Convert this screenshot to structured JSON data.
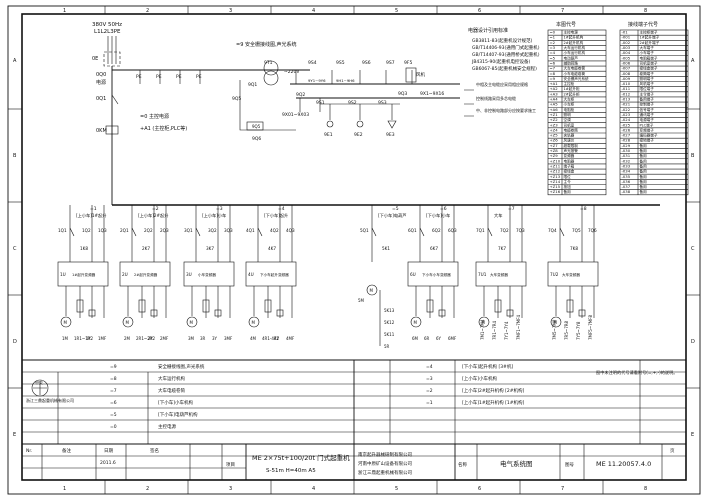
{
  "border": {
    "columns": [
      "1",
      "2",
      "3",
      "4",
      "5",
      "6",
      "7",
      "8"
    ],
    "rows": [
      "A",
      "B",
      "C",
      "D",
      "E"
    ]
  },
  "supply": {
    "spec": "380V 50Hz",
    "lines": "L1L2L3PE",
    "main_switch": "0E",
    "qs_label": "0Q0",
    "qs_text": "电源",
    "pe": "PE",
    "qf1": "0Q1",
    "k0": "0KM",
    "ctrl_note": "=0 主控电源",
    "ctrl_note2": "+A1 (主控柜,PLC等)"
  },
  "safety": {
    "title": "=9 安全栅接线图,声光系统",
    "trafo": "9T1",
    "trafo_v": "~220V",
    "q1": "9Q1",
    "q2": "9Q2",
    "q5": "9Q5",
    "q6": "9Q6",
    "q3": "9Q3",
    "s_labels": [
      "9S4",
      "9S5",
      "9S6",
      "9S7",
      "9F5"
    ],
    "s_sub": [
      "9Y1~9Y6",
      "9H1~9H6"
    ],
    "bus_label": "9X1~9X16",
    "bus_label2": "9X01~9X03",
    "e_labels": [
      "9S1",
      "9S2",
      "9S3"
    ],
    "e_bottom": [
      "9E1",
      "9E2",
      "9E3"
    ],
    "fan_label": "风机"
  },
  "standards": {
    "title": "电器设计引用标准",
    "items": [
      "GB3811-83(起重机设计规范)",
      "GB/T14406-93(通用门式起重机)",
      "GB/T14407-93(通用桥式起重机)",
      "JB4315-90(起重机电控设备)",
      "GB6067-85(起重机械安全规程)"
    ],
    "notes": [
      "中相及主电缆应采用相应规格",
      "控制线路采用多芯电缆",
      "中、非控制电路部分应按要求施工"
    ]
  },
  "symbols_table": {
    "title": "本图代号",
    "rows": [
      [
        "=0",
        "主控电源"
      ],
      [
        "=1",
        "1#起升机构"
      ],
      [
        "=2",
        "2#起升机构"
      ],
      [
        "=3",
        "大车运行机构"
      ],
      [
        "=4",
        "小车运行机构"
      ],
      [
        "=5",
        "电动葫芦"
      ],
      [
        "=6",
        "辅助回路"
      ],
      [
        "=7",
        "大车电缆卷筒"
      ],
      [
        "=8",
        "小车电缆卷筒"
      ],
      [
        "=9",
        "安全栅声光系统"
      ],
      [
        "+A1",
        "主控柜"
      ],
      [
        "+A2",
        "1#起升柜"
      ],
      [
        "+A3",
        "2#起升柜"
      ],
      [
        "+A4",
        "大车柜"
      ],
      [
        "+A5",
        "小车柜"
      ],
      [
        "+A6",
        "电阻柜"
      ],
      [
        "+Z1",
        "照明"
      ],
      [
        "+Z2",
        "空调"
      ],
      [
        "+Z3",
        "司机室"
      ],
      [
        "+Z4",
        "电缆卷筒"
      ],
      [
        "+Z5",
        "夹轨器"
      ],
      [
        "+Z6",
        "风速仪"
      ],
      [
        "+Z7",
        "超载限制"
      ],
      [
        "+Z8",
        "声光报警"
      ],
      [
        "+Z9",
        "变频器"
      ],
      [
        "+Z10",
        "电阻器"
      ],
      [
        "+Z11",
        "端子箱"
      ],
      [
        "+Z12",
        "接线盒"
      ],
      [
        "+Z13",
        "限位"
      ],
      [
        "+Z14",
        "主令"
      ],
      [
        "+Z15",
        "按钮"
      ],
      [
        "+Z16",
        "备用"
      ]
    ]
  },
  "terminals_table": {
    "title": "接线端子代号",
    "rows": [
      [
        "-X1",
        "主控柜端子"
      ],
      [
        "-X01",
        "1#起升端子"
      ],
      [
        "-X02",
        "2#起升端子"
      ],
      [
        "-X03",
        "大车端子"
      ],
      [
        "-X04",
        "小车端子"
      ],
      [
        "-X05",
        "电阻箱端子"
      ],
      [
        "-X06",
        "司机室端子"
      ],
      [
        "-X07",
        "接线盒端子"
      ],
      [
        "-X08",
        "卷筒端子"
      ],
      [
        "-X09",
        "照明端子"
      ],
      [
        "-X10",
        "风机端子"
      ],
      [
        "-X11",
        "限位端子"
      ],
      [
        "-X12",
        "主令端子"
      ],
      [
        "-X13",
        "备用端子"
      ],
      [
        "-X21",
        "控制端子"
      ],
      [
        "-X22",
        "信号端子"
      ],
      [
        "-X23",
        "通讯端子"
      ],
      [
        "-X24",
        "电源端子"
      ],
      [
        "-X25",
        "PLC端子"
      ],
      [
        "-X26",
        "变频端子"
      ],
      [
        "-X27",
        "编码器端子"
      ],
      [
        "-X28",
        "接地端子"
      ],
      [
        "-X29",
        "备用"
      ],
      [
        "-X30",
        "备用"
      ],
      [
        "-X31",
        "备用"
      ],
      [
        "-X32",
        "备用"
      ],
      [
        "-X33",
        "备用"
      ],
      [
        "-X34",
        "备用"
      ],
      [
        "-X35",
        "备用"
      ],
      [
        "-X36",
        "备用"
      ],
      [
        "-X37",
        "备用"
      ],
      [
        "-X38",
        "备用"
      ]
    ],
    "footnote": "图中未注明的代号请看附号(=,+,-)的说明。"
  },
  "branches": [
    {
      "id": "=1",
      "title": "[上小车]1#起升",
      "qa": "1Q1",
      "qb": "1Q2",
      "qc": "1Q3",
      "k": "1K8",
      "u": "1U",
      "u_text": "1#起升变频器",
      "bottom": [
        "1M",
        "1R1~1R2",
        "1Y",
        "1MF"
      ]
    },
    {
      "id": "=2",
      "title": "[上小车]2#起升",
      "qa": "2Q1",
      "qb": "2Q2",
      "qc": "2Q3",
      "k": "2K7",
      "u": "2U",
      "u_text": "2#起升变频器",
      "bottom": [
        "2M",
        "2R1~2R2",
        "2Y",
        "2MF"
      ]
    },
    {
      "id": "=3",
      "title": "[上小车]小车",
      "qa": "3Q1",
      "qb": "3Q2",
      "qc": "3Q3",
      "k": "3K7",
      "u": "3U",
      "u_text": "小车变频器",
      "bottom": [
        "3M",
        "3R",
        "3Y",
        "3MF"
      ]
    },
    {
      "id": "=4",
      "title": "[下小车]起升",
      "qa": "4Q1",
      "qb": "4Q2",
      "qc": "4Q3",
      "k": "4K7",
      "u": "4U",
      "u_text": "下小车起升变频器",
      "bottom": [
        "4M",
        "4R1-4R2",
        "4Y",
        "4MF"
      ]
    },
    {
      "id": "=5",
      "title": "[下小车]电葫芦",
      "qa": "5Q1",
      "qb": "",
      "qc": "",
      "k": "5K1",
      "u": "",
      "u_text": "",
      "bottom": [
        "5M",
        "5K13",
        "5K12",
        "5K11",
        "5R"
      ]
    },
    {
      "id": "=6",
      "title": "[下小车]小车",
      "qa": "6Q1",
      "qb": "6Q2",
      "qc": "6Q3",
      "k": "6K7",
      "u": "6U",
      "u_text": "下小车小车变频器",
      "bottom": [
        "6M",
        "6R",
        "6Y",
        "6MF"
      ]
    },
    {
      "id": "=7",
      "title": "大车",
      "qa": "7Q1",
      "qb": "7Q2",
      "qc": "7Q3",
      "k": "7K7",
      "u": "7U1",
      "u_text": "大车变频器",
      "bottom": [
        "7M1~7M4",
        "7R1~7R4",
        "7Y1~7Y4",
        "7MF1~7MF4"
      ]
    },
    {
      "id": "=8",
      "title": "",
      "qa": "7Q4",
      "qb": "7Q5",
      "qc": "7Q6",
      "k": "7K8",
      "u": "7U2",
      "u_text": "大车变频器",
      "bottom": [
        "7M5~7M8",
        "7R5~7R8",
        "7Y5~7Y8",
        "7MF5~7MF8"
      ]
    }
  ],
  "legend_left": [
    [
      "=9",
      "安全栅接线图,声光系统"
    ],
    [
      "=8",
      "大车运行机构"
    ],
    [
      "=7",
      "大车电缆卷筒"
    ],
    [
      "=6",
      "[下小车]小车机构"
    ],
    [
      "=5",
      "[下小车]电葫芦机构"
    ],
    [
      "=0",
      "主控电源"
    ]
  ],
  "legend_right": [
    [
      "=4",
      "[下小车]起升机构 [3#机]"
    ],
    [
      "=3",
      "[上小车]小车机构"
    ],
    [
      "=2",
      "[上小车]2#起升机构 [2#机构]"
    ],
    [
      "=1",
      "[上小车]1#起升机构 [1#机构]"
    ]
  ],
  "title_block": {
    "company_logo": "中交",
    "company_name": "浙江三鼎起重机械有限公司",
    "col_no": "Nr.",
    "col_note": "备注",
    "col_date": "日期",
    "col_name": "签名",
    "date_value": "2011.6",
    "project_label": "项目",
    "product": "ME 2×75t+100/20t 门式起重机",
    "spec": "S-51m  H=40m  A5",
    "partners": [
      "南京起升器械研制有限公司",
      "河南中原矿山设备有限公司",
      "浙江三鼎起重机械有限公司"
    ],
    "drawing_label": "名称",
    "drawing_name": "电气系统图",
    "number_label": "图号",
    "drawing_no": "ME 11.20057.4.0",
    "page_label": "页"
  }
}
